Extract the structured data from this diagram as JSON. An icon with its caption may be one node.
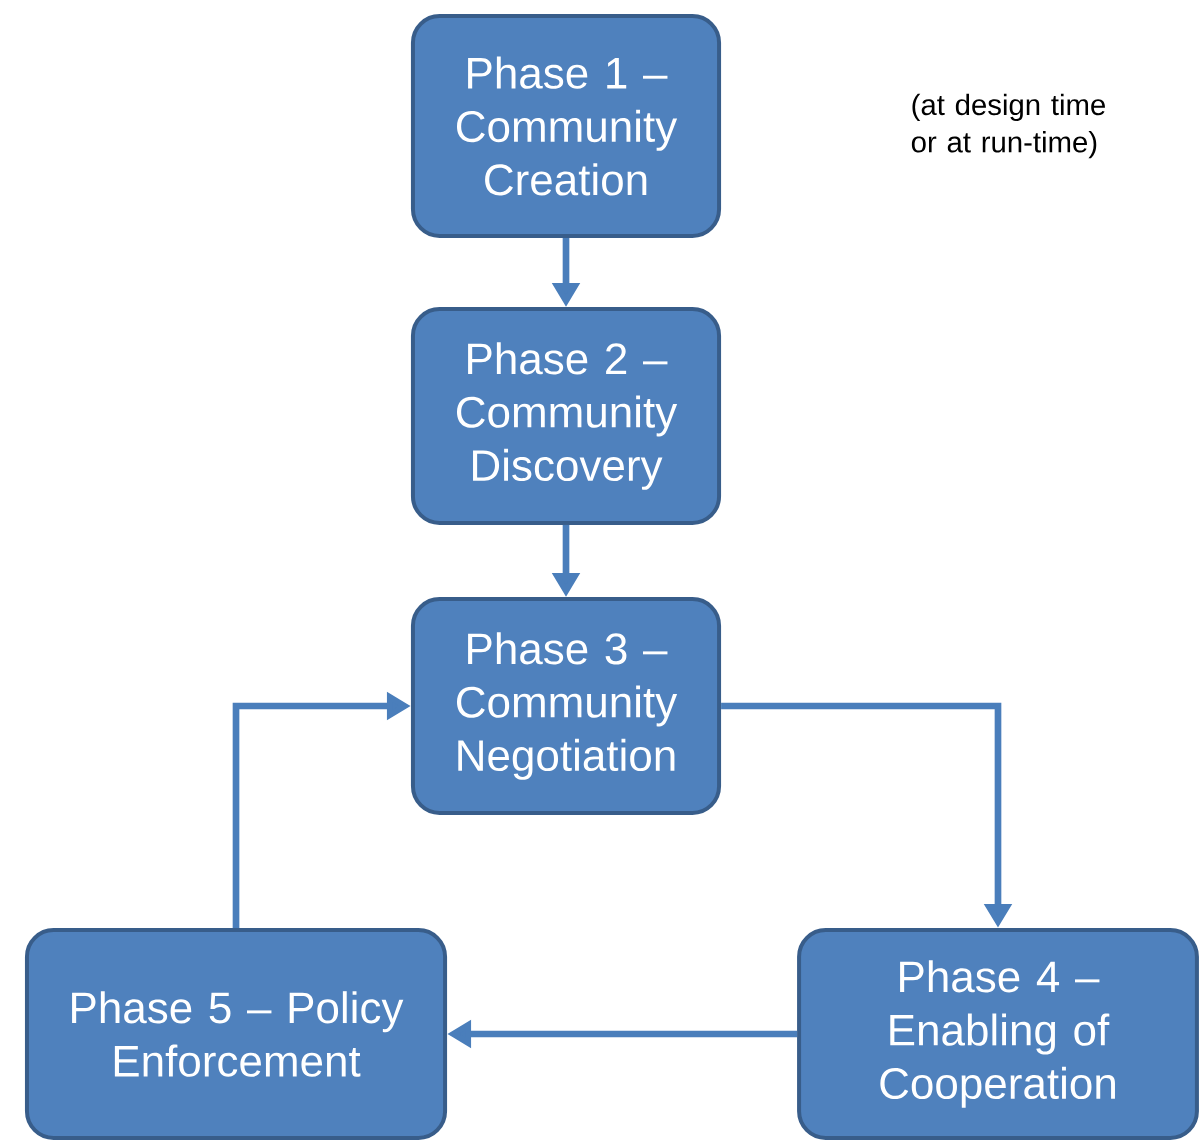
{
  "diagram": {
    "nodes": [
      {
        "text": [
          "Phase 1 – Community Creation"
        ]
      },
      {
        "text": [
          "Phase 2 – Community Discovery"
        ]
      },
      {
        "text": [
          "Phase 3 – Community Negotiation"
        ]
      },
      {
        "text": [
          "Phase 4 – Enabling of Cooperation"
        ]
      },
      {
        "text": [
          "Phase 5 – Policy Enforcement"
        ]
      }
    ],
    "edges": [
      {
        "from": 0,
        "to": 1,
        "arrow": "to"
      },
      {
        "from": 1,
        "to": 2,
        "arrow": "to"
      },
      {
        "from": 2,
        "to": 3,
        "arrow": "to"
      },
      {
        "from": 3,
        "to": 4,
        "arrow": "to"
      },
      {
        "from": 4,
        "to": 2,
        "arrow": "to"
      }
    ],
    "labels": [
      "(at design time or at run-time)"
    ]
  }
}
